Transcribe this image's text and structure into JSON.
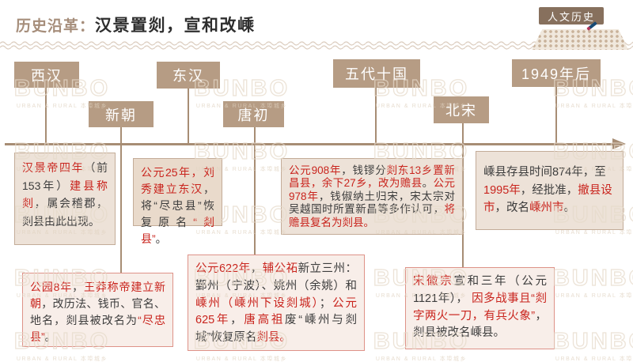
{
  "colors": {
    "accent_brown": "#B69C84",
    "line_brown": "#A78D74",
    "title_brown": "#A68E7B",
    "tag_brown": "#87705D",
    "red": "#C9241D",
    "dark": "#3C3C3C"
  },
  "header": {
    "kicker": "历史沿革：",
    "title": "汉景置剡，宣和改嵊",
    "tag": "人文历史"
  },
  "watermark": {
    "title": "BUNBO",
    "subtitle": "URBAN & RURAL 本埠城乡",
    "count": 20
  },
  "timeline": {
    "eras": [
      {
        "label": "西汉"
      },
      {
        "label": "新朝"
      },
      {
        "label": "东汉"
      },
      {
        "label": "唐初"
      },
      {
        "label": "五代十国"
      },
      {
        "label": "北宋"
      },
      {
        "label": "1949年后"
      }
    ]
  },
  "boxes": [
    {
      "era": "西汉",
      "segments": [
        {
          "t": "汉景帝四年",
          "c": "red"
        },
        {
          "t": "（前153年）"
        },
        {
          "t": "建县称剡",
          "c": "red"
        },
        {
          "t": "，属会稽郡，剡县由此出现。"
        }
      ]
    },
    {
      "era": "东汉",
      "segments": [
        {
          "t": "公元25年，刘秀建立东汉",
          "c": "red"
        },
        {
          "t": "，将“尽忠县”恢复原名"
        },
        {
          "t": "“剡县”",
          "c": "red"
        },
        {
          "t": "。"
        }
      ]
    },
    {
      "era": "五代十国",
      "segments": [
        {
          "t": "公元908年",
          "c": "red"
        },
        {
          "t": "，钱镠分"
        },
        {
          "t": "剡东13乡置新昌县，余下27乡，改为赡县",
          "c": "red"
        },
        {
          "t": "。"
        },
        {
          "t": "公元978年",
          "c": "red"
        },
        {
          "t": "，钱俶纳土归宋，宋太宗对吴越国时所置新昌等多作认可，"
        },
        {
          "t": "将赡县复名为剡县。",
          "c": "red"
        }
      ]
    },
    {
      "era": "1949年后",
      "segments": [
        {
          "t": "嵊县存县时间874年，至"
        },
        {
          "t": "1995年",
          "c": "red"
        },
        {
          "t": "，经批准，"
        },
        {
          "t": "撤县设市",
          "c": "red"
        },
        {
          "t": "，改名"
        },
        {
          "t": "嵊州市",
          "c": "red"
        },
        {
          "t": "。"
        }
      ]
    },
    {
      "era": "新朝",
      "segments": [
        {
          "t": "公园8年",
          "c": "red"
        },
        {
          "t": "，"
        },
        {
          "t": "王莽称帝建立新朝",
          "c": "red"
        },
        {
          "t": "，改历法、钱币、官名、地名，剡县被改名为"
        },
        {
          "t": "“尽忠县”",
          "c": "red"
        },
        {
          "t": "。"
        }
      ]
    },
    {
      "era": "唐初",
      "segments": [
        {
          "t": "公元622年",
          "c": "red"
        },
        {
          "t": "，"
        },
        {
          "t": "辅公祏",
          "c": "red"
        },
        {
          "t": "新立三州：鄞州（宁波）、姚州（余姚）和"
        },
        {
          "t": "嵊州（嵊州下设剡城）",
          "c": "red"
        },
        {
          "t": "；"
        },
        {
          "t": "公元625年",
          "c": "red"
        },
        {
          "t": "，"
        },
        {
          "t": "唐高祖",
          "c": "red"
        },
        {
          "t": "废“嵊州与剡城”恢复原名"
        },
        {
          "t": "剡县。",
          "c": "red"
        }
      ]
    },
    {
      "era": "北宋",
      "segments": [
        {
          "t": "宋徽宗",
          "c": "red"
        },
        {
          "t": "宣和三年（公元1121年）， "
        },
        {
          "t": "因多战事且“剡字两火一刀，有兵火象”",
          "c": "red"
        },
        {
          "t": "，剡县被改名嵊县。"
        }
      ]
    }
  ]
}
